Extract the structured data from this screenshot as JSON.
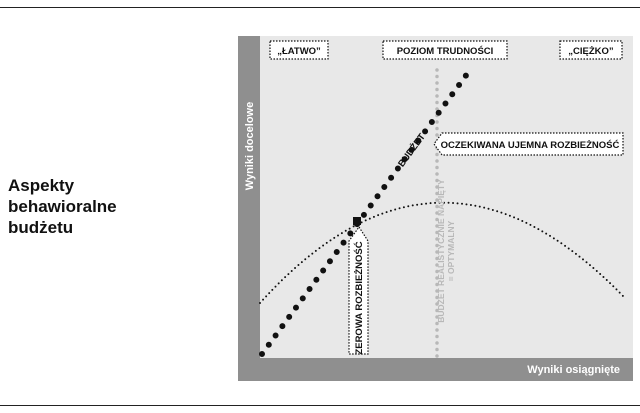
{
  "title_lines": [
    "Aspekty",
    "behawioralne",
    "budżetu"
  ],
  "diagram": {
    "y_axis_label": "Wyniki docelowe",
    "x_axis_label": "Wyniki osiągnięte",
    "top_labels": {
      "easy": "„ŁATWO”",
      "difficulty": "POZIOM TRUDNOŚCI",
      "hard": "„CIĘŻKO”"
    },
    "budget_label": "BUDŻET",
    "negative_gap_label": "OCZEKIWANA UJEMNA ROZBIEŻNOŚĆ",
    "zero_gap_label": "ZEROWA ROZBIEŻNOŚĆ",
    "optimal_lines": [
      "BUDŻET REALISTYCZNIE NAPIĘTY",
      "= OPTYMALNY"
    ],
    "colors": {
      "panel": "#e8e8e8",
      "axis_band": "#8f8f8f",
      "dots": "#111111",
      "grey_dots": "#b8b8b8"
    }
  }
}
